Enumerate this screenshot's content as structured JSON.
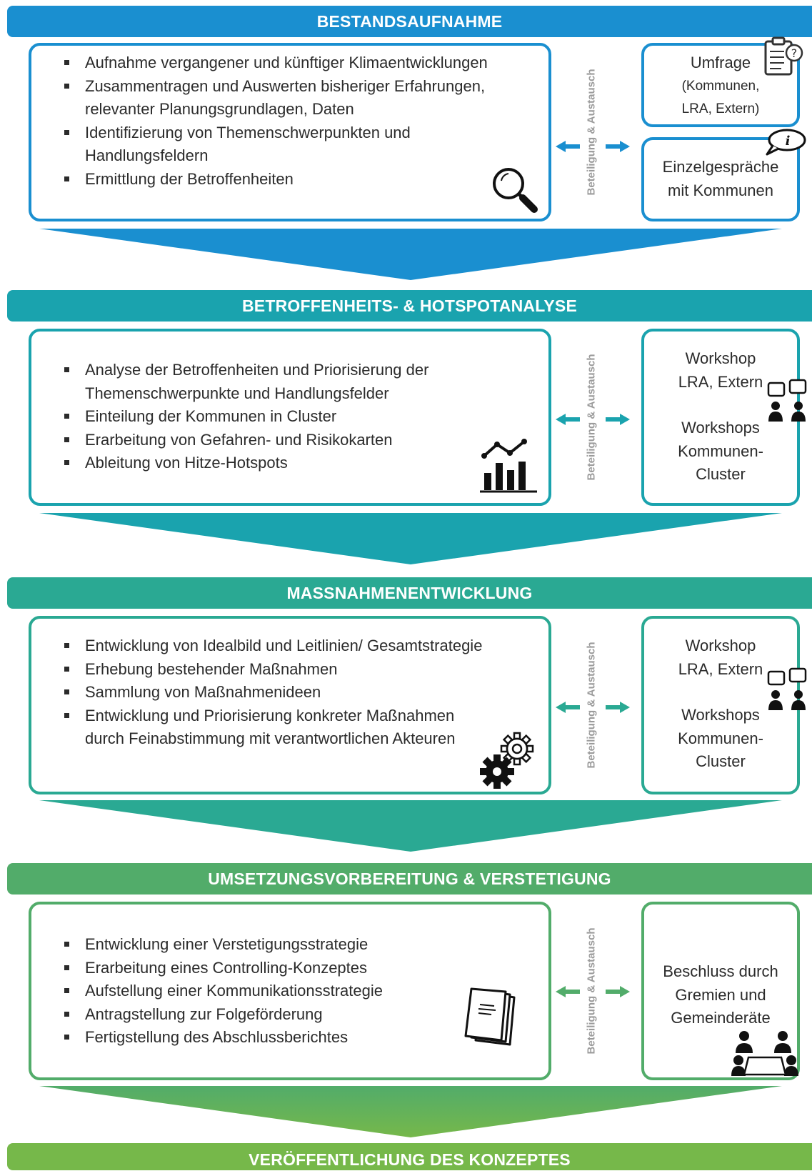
{
  "colors": {
    "stage1": "#1a8fd0",
    "stage2": "#1aa3ae",
    "stage3": "#2aa993",
    "stage4": "#52ac6a",
    "stage5": "#76b84a",
    "arrow1": "#1a8fd0",
    "arrow2": "#1aa3ae",
    "arrow3": "#2aa993",
    "arrow4": "#52ac6a"
  },
  "exchange_label": "Beteiligung & Austausch",
  "stages": [
    {
      "title": "BESTANDSAUFNAHME",
      "items": [
        "Aufnahme vergangener und künftiger Klimaentwicklungen",
        "Zusammentragen und Auswerten bisheriger Erfahrungen, relevanter Planungsgrundlagen, Daten",
        "Identifizierung von Themenschwerpunkten und Handlungsfeldern",
        "Ermittlung der Betroffenheiten"
      ],
      "icon": "magnifier-icon",
      "participation": [
        {
          "lines": [
            "Umfrage",
            "(Kommunen,",
            "LRA, Extern)"
          ],
          "icon": "clipboard-question-icon"
        },
        {
          "lines": [
            "Einzelgespräche",
            "mit Kommunen"
          ],
          "icon": "info-speech-bubble-icon"
        }
      ]
    },
    {
      "title": "BETROFFENHEITS- & HOTSPOTANALYSE",
      "items": [
        "Analyse der Betroffenheiten und Priorisierung der Themenschwerpunkte und Handlungsfelder",
        "Einteilung der Kommunen in Cluster",
        "Erarbeitung von Gefahren- und Risikokarten",
        "Ableitung von Hitze-Hotspots"
      ],
      "icon": "bar-chart-trend-icon",
      "participation": [
        {
          "lines": [
            "Workshop",
            "LRA, Extern",
            "",
            "Workshops",
            "Kommunen-",
            "Cluster"
          ],
          "icon": "discussion-people-icon"
        }
      ]
    },
    {
      "title": "MASSNAHMENENTWICKLUNG",
      "items": [
        "Entwicklung von Idealbild und Leitlinien/ Gesamtstrategie",
        "Erhebung bestehender Maßnahmen",
        "Sammlung von Maßnahmenideen",
        "Entwicklung und Priorisierung konkreter Maßnahmen durch Feinabstimmung mit verantwortlichen Akteuren"
      ],
      "icon": "gears-icon",
      "participation": [
        {
          "lines": [
            "Workshop",
            "LRA, Extern",
            "",
            "Workshops",
            "Kommunen-",
            "Cluster"
          ],
          "icon": "discussion-people-icon"
        }
      ]
    },
    {
      "title": "UMSETZUNGSVORBEREITUNG & VERSTETIGUNG",
      "items": [
        "Entwicklung einer Verstetigungsstrategie",
        "Erarbeitung eines Controlling-Konzeptes",
        "Aufstellung einer Kommunikationsstrategie",
        "Antragstellung zur Folgeförderung",
        "Fertigstellung des Abschlussberichtes"
      ],
      "icon": "documents-icon",
      "participation": [
        {
          "lines": [
            "Beschluss durch",
            "Gremien und",
            "Gemeinderäte"
          ],
          "icon": "meeting-table-icon"
        }
      ]
    },
    {
      "title": "VERÖFFENTLICHUNG DES KONZEPTES"
    }
  ]
}
